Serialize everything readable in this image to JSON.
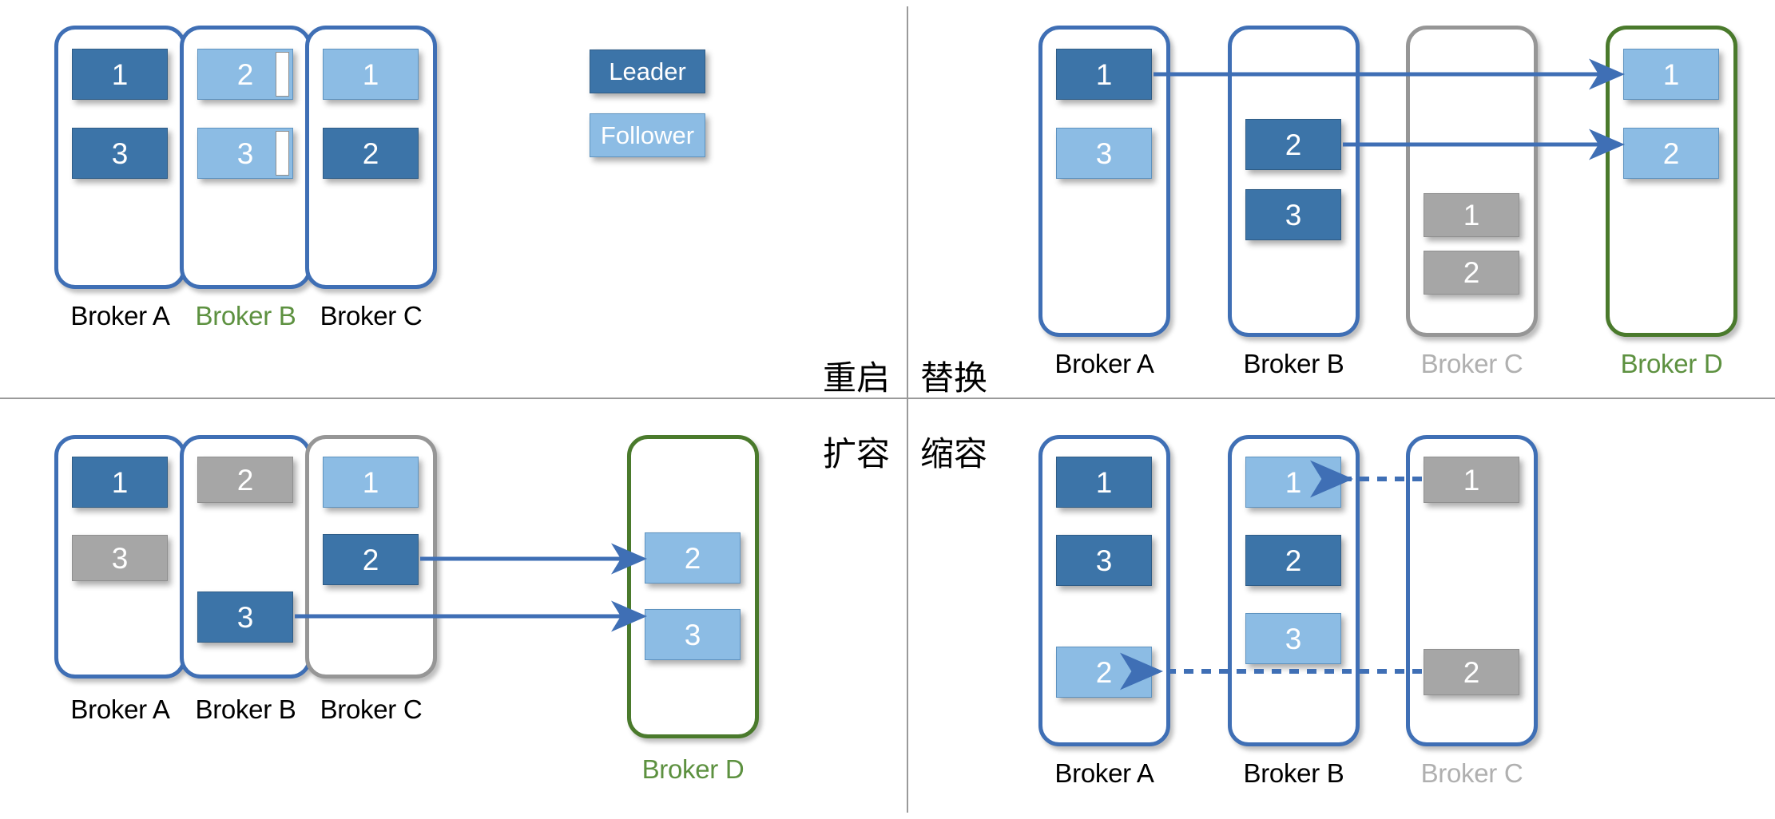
{
  "legend": {
    "leader_label": "Leader",
    "follower_label": "Follower",
    "leader_color": "#3c74a8",
    "follower_color": "#8cbce4",
    "dead_color": "#a6a6a6",
    "outline_active": "#3f6fb5",
    "outline_dead": "#969696",
    "outline_new": "#4a7a2c",
    "label_new_color": "#5d9140",
    "label_dead_color": "#b0b0b0"
  },
  "quadrants": [
    {
      "id": "restart",
      "caption": "重启",
      "brokers": [
        {
          "name": "Broker A",
          "name_style": "normal",
          "outline": "active",
          "blocks": [
            {
              "label": "1",
              "role": "leader",
              "partial": false
            },
            {
              "label": "3",
              "role": "leader",
              "partial": false
            }
          ]
        },
        {
          "name": "Broker B",
          "name_style": "new",
          "outline": "active",
          "blocks": [
            {
              "label": "2",
              "role": "follower",
              "partial": true
            },
            {
              "label": "3",
              "role": "follower",
              "partial": true
            }
          ]
        },
        {
          "name": "Broker C",
          "name_style": "normal",
          "outline": "active",
          "blocks": [
            {
              "label": "1",
              "role": "follower",
              "partial": false
            },
            {
              "label": "2",
              "role": "leader",
              "partial": false
            }
          ]
        }
      ]
    },
    {
      "id": "replace",
      "caption": "替换",
      "brokers": [
        {
          "name": "Broker A",
          "name_style": "normal",
          "outline": "active",
          "blocks": [
            {
              "label": "1",
              "role": "leader",
              "partial": false
            },
            {
              "label": "3",
              "role": "follower",
              "partial": false
            }
          ]
        },
        {
          "name": "Broker B",
          "name_style": "normal",
          "outline": "active",
          "blocks": [
            {
              "label": "2",
              "role": "leader",
              "partial": false
            },
            {
              "label": "3",
              "role": "leader",
              "partial": false
            }
          ]
        },
        {
          "name": "Broker C",
          "name_style": "dead",
          "outline": "dead",
          "blocks": [
            {
              "label": "1",
              "role": "dead",
              "partial": false
            },
            {
              "label": "2",
              "role": "dead",
              "partial": false
            }
          ]
        },
        {
          "name": "Broker D",
          "name_style": "new",
          "outline": "new",
          "blocks": [
            {
              "label": "1",
              "role": "follower",
              "partial": false
            },
            {
              "label": "2",
              "role": "follower",
              "partial": false
            }
          ]
        }
      ]
    },
    {
      "id": "scale-out",
      "caption": "扩容",
      "brokers": [
        {
          "name": "Broker A",
          "name_style": "normal",
          "outline": "active",
          "blocks": [
            {
              "label": "1",
              "role": "leader",
              "partial": false
            },
            {
              "label": "3",
              "role": "dead",
              "partial": false
            }
          ]
        },
        {
          "name": "Broker B",
          "name_style": "normal",
          "outline": "active",
          "blocks": [
            {
              "label": "2",
              "role": "dead",
              "partial": false
            },
            {
              "label": "3",
              "role": "leader",
              "partial": false
            }
          ]
        },
        {
          "name": "Broker C",
          "name_style": "normal",
          "outline": "dead",
          "blocks": [
            {
              "label": "1",
              "role": "follower",
              "partial": false
            },
            {
              "label": "2",
              "role": "leader",
              "partial": false
            }
          ]
        },
        {
          "name": "Broker D",
          "name_style": "new",
          "outline": "new",
          "blocks": [
            {
              "label": "2",
              "role": "follower",
              "partial": false
            },
            {
              "label": "3",
              "role": "follower",
              "partial": false
            }
          ]
        }
      ]
    },
    {
      "id": "scale-in",
      "caption": "缩容",
      "brokers": [
        {
          "name": "Broker A",
          "name_style": "normal",
          "outline": "active",
          "blocks": [
            {
              "label": "1",
              "role": "leader",
              "partial": false
            },
            {
              "label": "3",
              "role": "leader",
              "partial": false
            },
            {
              "label": "2",
              "role": "follower",
              "partial": false
            }
          ]
        },
        {
          "name": "Broker B",
          "name_style": "normal",
          "outline": "active",
          "blocks": [
            {
              "label": "1",
              "role": "follower",
              "partial": false
            },
            {
              "label": "2",
              "role": "leader",
              "partial": false
            },
            {
              "label": "3",
              "role": "follower",
              "partial": false
            }
          ]
        },
        {
          "name": "Broker C",
          "name_style": "dead",
          "outline": "active",
          "blocks": [
            {
              "label": "1",
              "role": "dead",
              "partial": false
            },
            {
              "label": "2",
              "role": "dead",
              "partial": false
            }
          ]
        }
      ]
    }
  ]
}
